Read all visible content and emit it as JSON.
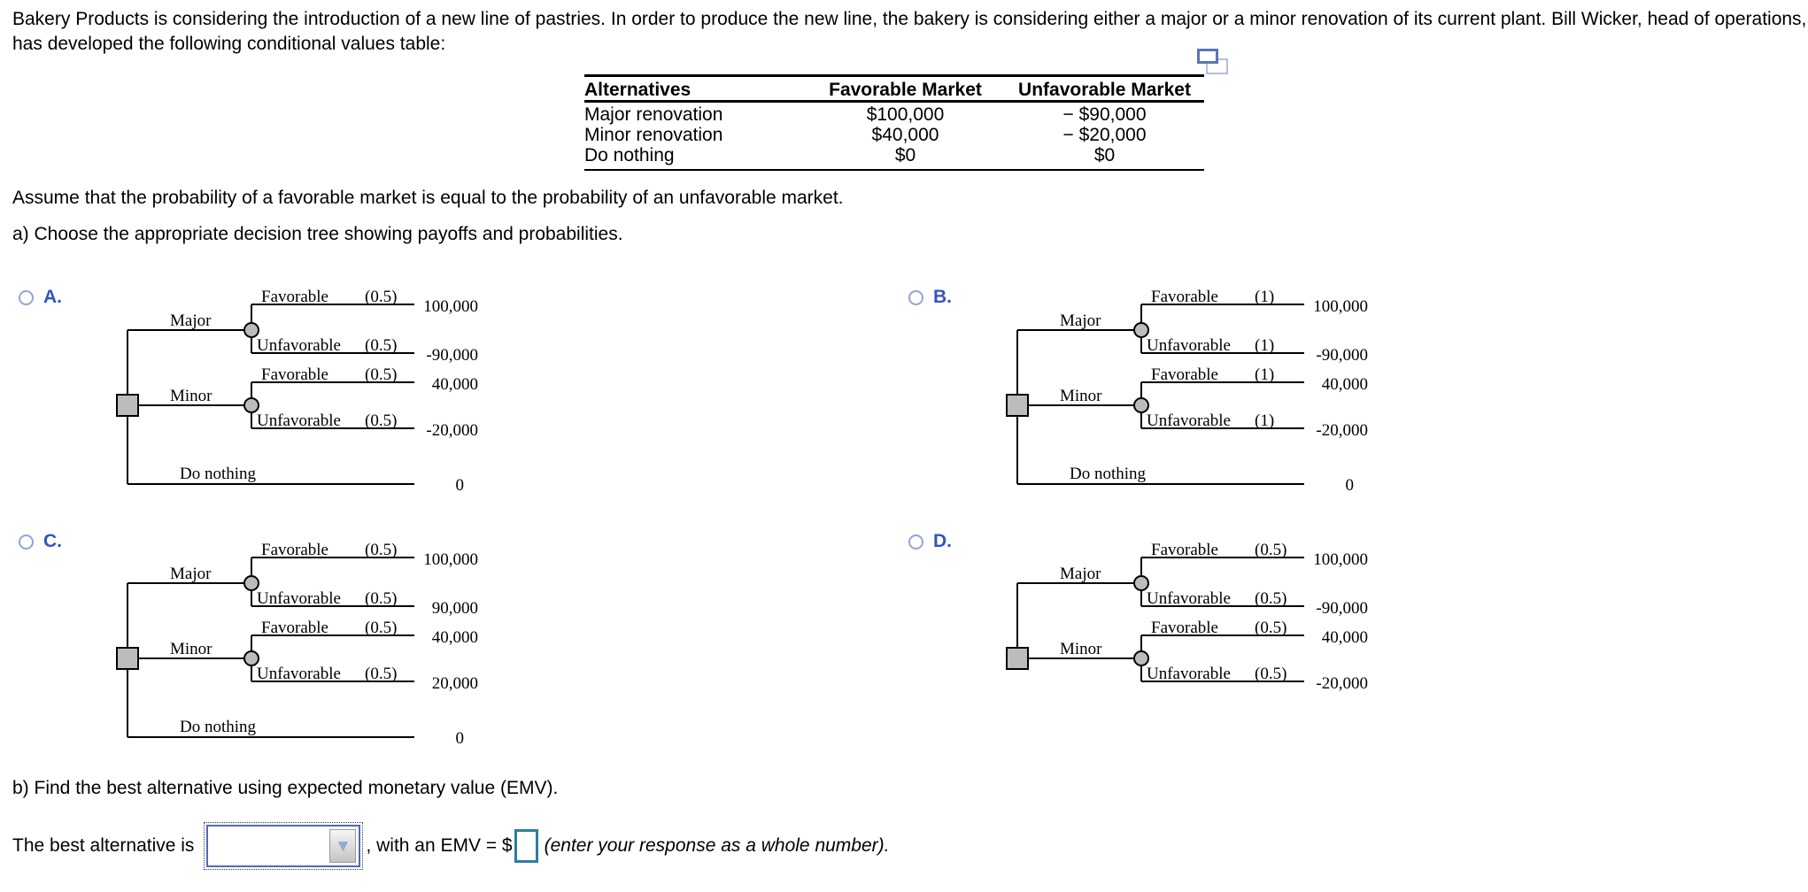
{
  "colors": {
    "option_letter": "#3554bd",
    "radio_border": "#93a4d6",
    "dropdown_border": "#4a6db8",
    "dropdown_arrow": "#96a9cb",
    "emv_box_border": "#2b7fa0",
    "copy_icon_front": "#5b74b8",
    "copy_icon_back": "#b3bedf",
    "node_fill": "#bcbcbc",
    "tree_line": "#000000"
  },
  "problem": {
    "intro_line1": "Bakery Products is considering the introduction of a new line of pastries. In order to produce the new line, the bakery is considering either a major or a minor renovation of its current plant. Bill Wicker, head of operations,",
    "intro_line2": "has developed the following conditional values table:",
    "assumption": "Assume that the probability of a favorable market is equal to the probability of an unfavorable market.",
    "part_a_prompt": "a) Choose the appropriate decision tree showing payoffs and probabilities."
  },
  "table": {
    "headers": [
      "Alternatives",
      "Favorable Market",
      "Unfavorable Market"
    ],
    "rows": [
      [
        "Major renovation",
        "$100,000",
        "− $90,000"
      ],
      [
        "Minor renovation",
        "$40,000",
        "− $20,000"
      ],
      [
        "Do nothing",
        "$0",
        "$0"
      ]
    ]
  },
  "options": [
    {
      "letter": "A.",
      "tree": {
        "action_major": "Major",
        "action_minor": "Minor",
        "action_do_nothing": "Do nothing",
        "has_do_nothing": true,
        "do_nothing_payoff": "0",
        "branches": [
          {
            "label": "Favorable",
            "prob": "(0.5)",
            "payoff": "100,000"
          },
          {
            "label": "Unfavorable",
            "prob": "(0.5)",
            "payoff": "-90,000"
          },
          {
            "label": "Favorable",
            "prob": "(0.5)",
            "payoff": "40,000"
          },
          {
            "label": "Unfavorable",
            "prob": "(0.5)",
            "payoff": "-20,000"
          }
        ]
      }
    },
    {
      "letter": "B.",
      "tree": {
        "action_major": "Major",
        "action_minor": "Minor",
        "action_do_nothing": "Do nothing",
        "has_do_nothing": true,
        "do_nothing_payoff": "0",
        "branches": [
          {
            "label": "Favorable",
            "prob": "(1)",
            "payoff": "100,000"
          },
          {
            "label": "Unfavorable",
            "prob": "(1)",
            "payoff": "-90,000"
          },
          {
            "label": "Favorable",
            "prob": "(1)",
            "payoff": "40,000"
          },
          {
            "label": "Unfavorable",
            "prob": "(1)",
            "payoff": "-20,000"
          }
        ]
      }
    },
    {
      "letter": "C.",
      "tree": {
        "action_major": "Major",
        "action_minor": "Minor",
        "action_do_nothing": "Do nothing",
        "has_do_nothing": true,
        "do_nothing_payoff": "0",
        "branches": [
          {
            "label": "Favorable",
            "prob": "(0.5)",
            "payoff": "100,000"
          },
          {
            "label": "Unfavorable",
            "prob": "(0.5)",
            "payoff": "90,000"
          },
          {
            "label": "Favorable",
            "prob": "(0.5)",
            "payoff": "40,000"
          },
          {
            "label": "Unfavorable",
            "prob": "(0.5)",
            "payoff": "20,000"
          }
        ]
      }
    },
    {
      "letter": "D.",
      "tree": {
        "action_major": "Major",
        "action_minor": "Minor",
        "has_do_nothing": false,
        "branches": [
          {
            "label": "Favorable",
            "prob": "(0.5)",
            "payoff": "100,000"
          },
          {
            "label": "Unfavorable",
            "prob": "(0.5)",
            "payoff": "-90,000"
          },
          {
            "label": "Favorable",
            "prob": "(0.5)",
            "payoff": "40,000"
          },
          {
            "label": "Unfavorable",
            "prob": "(0.5)",
            "payoff": "-20,000"
          }
        ]
      }
    }
  ],
  "part_b": {
    "prompt": "b) Find the best alternative using expected monetary value (EMV).",
    "answer_prefix": "The best alternative is",
    "answer_mid": ", with an EMV = $",
    "answer_suffix": "(enter your response as a whole number)."
  }
}
